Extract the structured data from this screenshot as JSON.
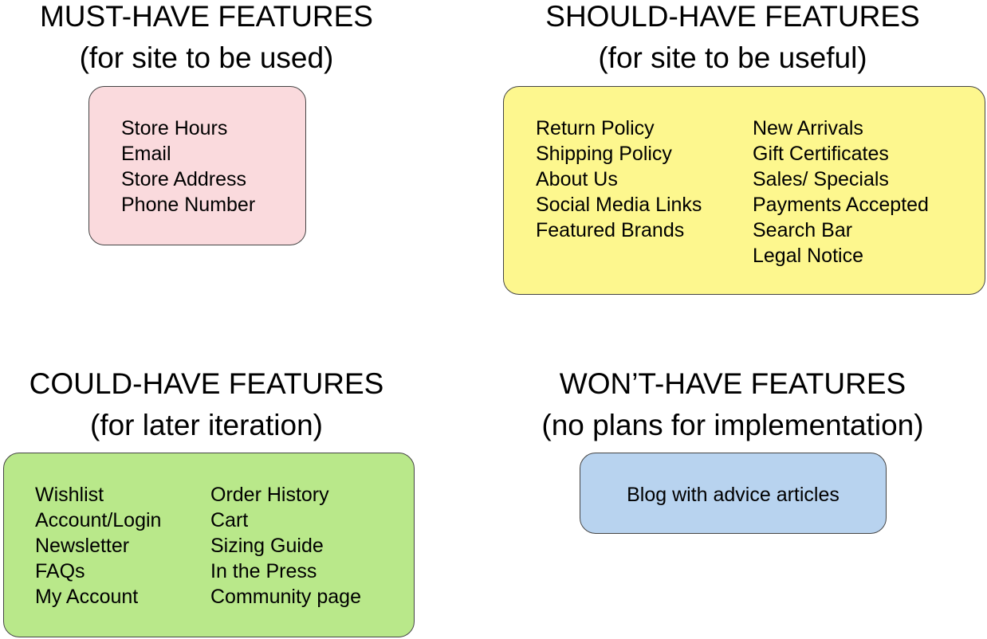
{
  "must": {
    "title": "MUST-HAVE FEATURES",
    "subtitle": "(for site to be used)",
    "color": "#fadadd",
    "items_left": [
      "Store Hours",
      "Email",
      "Store Address",
      "Phone Number"
    ]
  },
  "should": {
    "title": "SHOULD-HAVE FEATURES",
    "subtitle": "(for site to be useful)",
    "color": "#fdf78e",
    "items_left": [
      "Return Policy",
      "Shipping Policy",
      "About Us",
      "Social Media Links",
      "Featured Brands"
    ],
    "items_right": [
      "New Arrivals",
      "Gift Certificates",
      "Sales/ Specials",
      "Payments Accepted",
      "Search Bar",
      "Legal Notice"
    ]
  },
  "could": {
    "title": "COULD-HAVE FEATURES",
    "subtitle": "(for later iteration)",
    "color": "#b9e88a",
    "items_left": [
      "Wishlist",
      "Account/Login",
      "Newsletter",
      "FAQs",
      "My Account"
    ],
    "items_right": [
      "Order History",
      "Cart",
      "Sizing Guide",
      "In the Press",
      "Community page"
    ]
  },
  "wont": {
    "title": "WON’T-HAVE FEATURES",
    "subtitle": "(no plans for implementation)",
    "color": "#b8d3ef",
    "items_left": [
      "Blog with advice articles"
    ]
  }
}
